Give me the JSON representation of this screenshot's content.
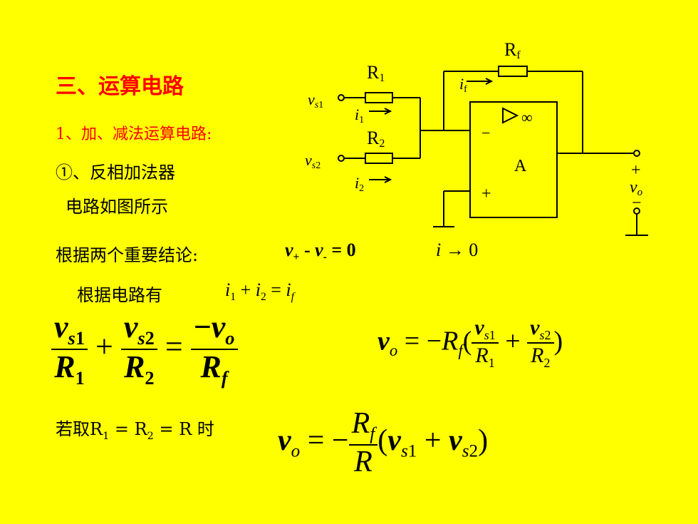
{
  "heading": "三、运算电路",
  "subheading": "1、加、减法运算电路:",
  "item": "①、反相加法器",
  "circuit_note": "电路如图所示",
  "conclusion_label": "根据两个重要结论:",
  "conclusion_eq1": "v+ - v- = 0",
  "conclusion_eq2": "i → 0",
  "kcl_label": "根据电路有",
  "kcl_eq": "i1 + i2 = if",
  "equation_1": "vs1/R1 + vs2/R2 = −vo/Rf",
  "equation_2": "vo = −Rf(vs1/R1 + vs2/R2)",
  "condition": "若取R1 = R2 = R 时",
  "equation_3": "vo = −(Rf/R)(vs1 + vs2)",
  "circuit": {
    "rf": "Rf",
    "r1": "R1",
    "r2": "R2",
    "if": "if",
    "i1": "i1",
    "i2": "i2",
    "vs1": "vs1",
    "vs2": "vs2",
    "amp": "A",
    "inf": "∞",
    "minus": "−",
    "plus": "+",
    "vo": "vo"
  }
}
